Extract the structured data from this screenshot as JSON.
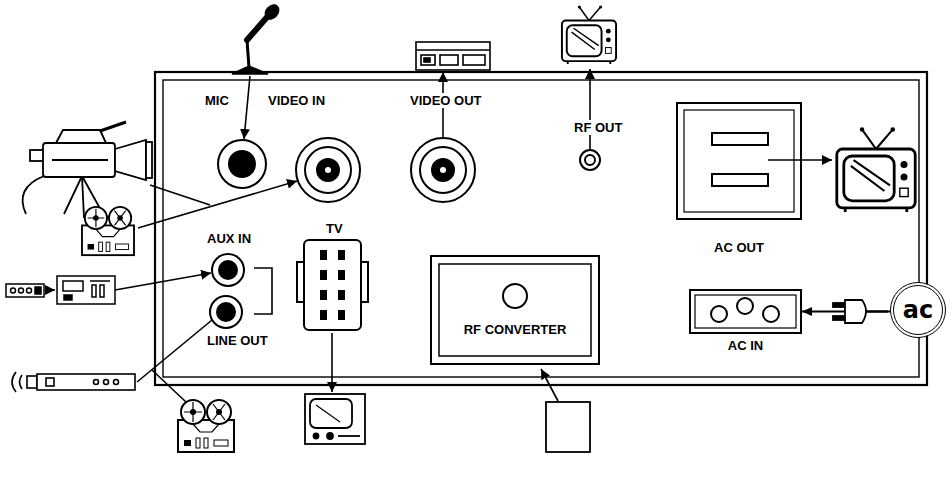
{
  "diagram": {
    "nodes": [
      {
        "text": [
          "MIC"
        ]
      },
      {
        "text": [
          "VIDEO IN"
        ]
      },
      {
        "text": [
          "VIDEO OUT"
        ]
      },
      {
        "text": [
          "RF OUT"
        ]
      },
      {
        "text": [
          "AC OUT"
        ]
      },
      {
        "text": [
          "AUX IN"
        ]
      },
      {
        "text": [
          "LINE OUT"
        ]
      },
      {
        "text": [
          "TV"
        ]
      },
      {
        "text": [
          "RF CONVERTER"
        ]
      },
      {
        "text": [
          "AC IN"
        ]
      },
      {
        "text": [
          "ac"
        ]
      }
    ],
    "edges": [
      {
        "from": 10,
        "to": 9,
        "arrow": "to"
      }
    ]
  }
}
